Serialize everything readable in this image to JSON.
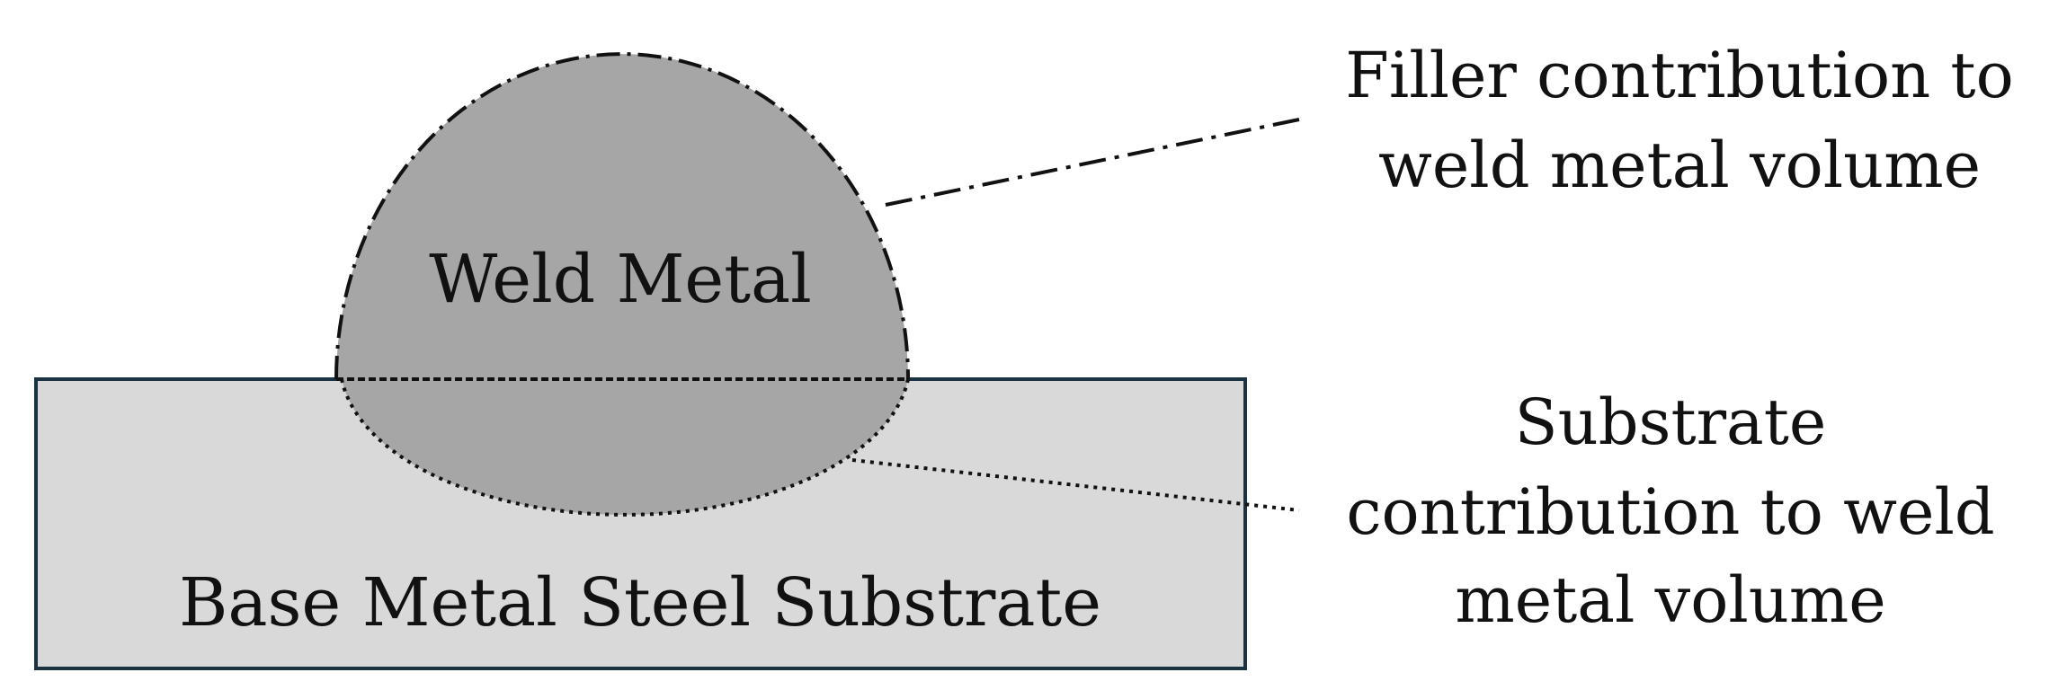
{
  "diagram": {
    "weld_metal_label": "Weld Metal",
    "base_metal_label": "Base Metal Steel Substrate",
    "filler_annotation": {
      "line1": "Filler contribution to",
      "line2": "weld metal volume"
    },
    "substrate_annotation": {
      "line1": "Substrate",
      "line2": "contribution to weld",
      "line3": "metal volume"
    },
    "colors": {
      "weld_metal_fill": "#a6a6a6",
      "substrate_fill": "#d9d9d9",
      "substrate_border": "#1b3242",
      "line_color": "#111111",
      "text_color": "#111111"
    }
  }
}
